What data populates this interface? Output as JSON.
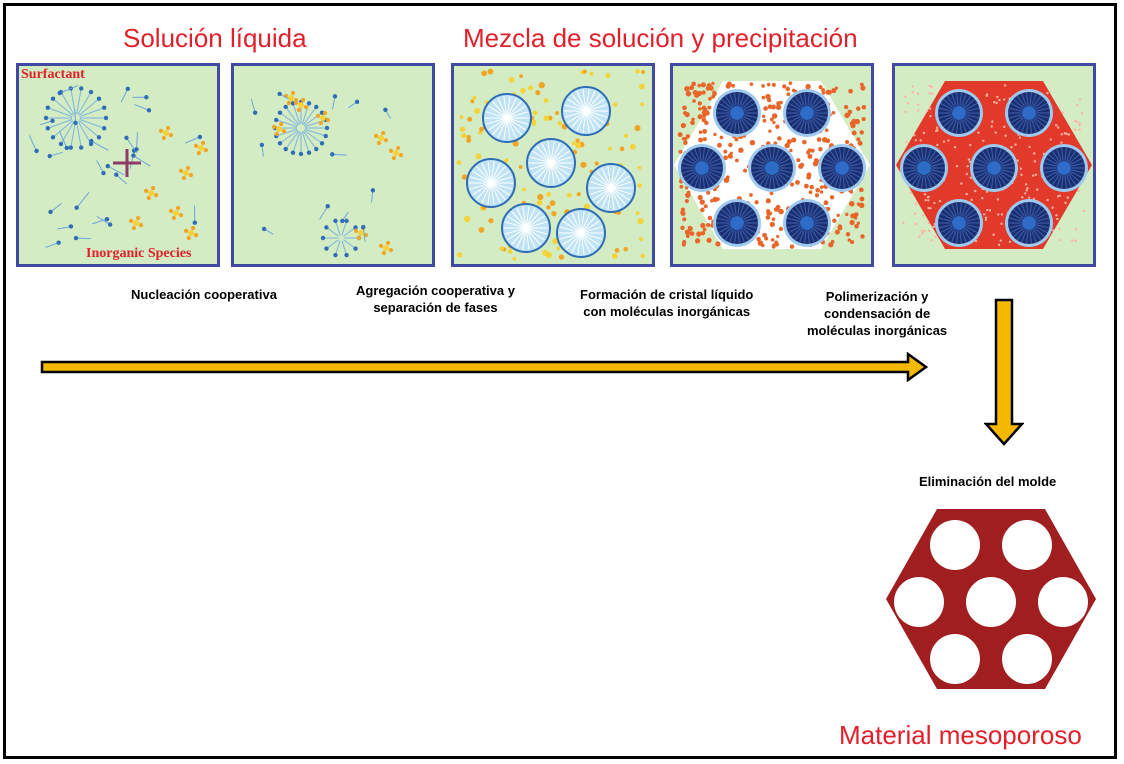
{
  "headings": {
    "liquid_solution": "Solución líquida",
    "mixing": "Mezcla de solución y precipitación",
    "result": "Material mesoporoso"
  },
  "panel_labels": {
    "surfactant": "Surfactant",
    "inorganic": "Inorganic Species"
  },
  "captions": {
    "nucleation": "Nucleación cooperativa",
    "aggregation_1": "Agregación cooperativa y",
    "aggregation_2": "separación de fases",
    "formation_1": "Formación de cristal líquido",
    "formation_2": "con moléculas inorgánicas",
    "polymerization_1": "Polimerización y",
    "polymerization_2": "condensación de",
    "polymerization_3": "moléculas inorgánicas",
    "template_removal": "Eliminación del molde"
  },
  "colors": {
    "heading": "#e0202a",
    "panel_bg": "#d4ecc4",
    "panel_border": "#3f4aa0",
    "arrow_fill": "#f5b800",
    "material": "#a01e20"
  }
}
